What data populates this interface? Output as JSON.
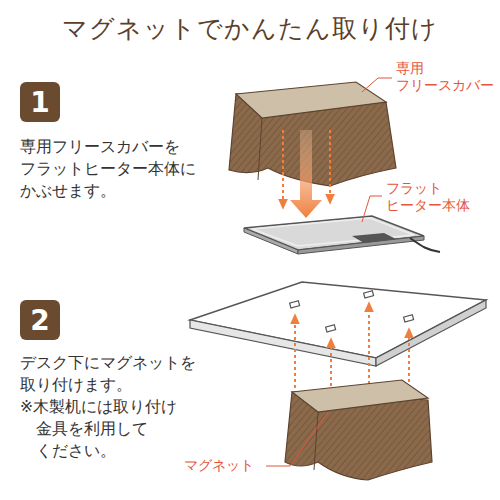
{
  "diagram": {
    "title": "マグネットでかんたん取り付け",
    "nodes": [
      {
        "text": [
          "1"
        ]
      },
      {
        "text": [
          "2"
        ]
      }
    ],
    "labels": [
      "専用フリースカバーを フラットヒーター本体に かぶせます。",
      "デスク下にマグネットを 取り付けます。",
      "※木製机には取り付け 金具を利用して ください。",
      "専用 フリースカバー",
      "フラット ヒーター本体",
      "マグネット"
    ]
  }
}
